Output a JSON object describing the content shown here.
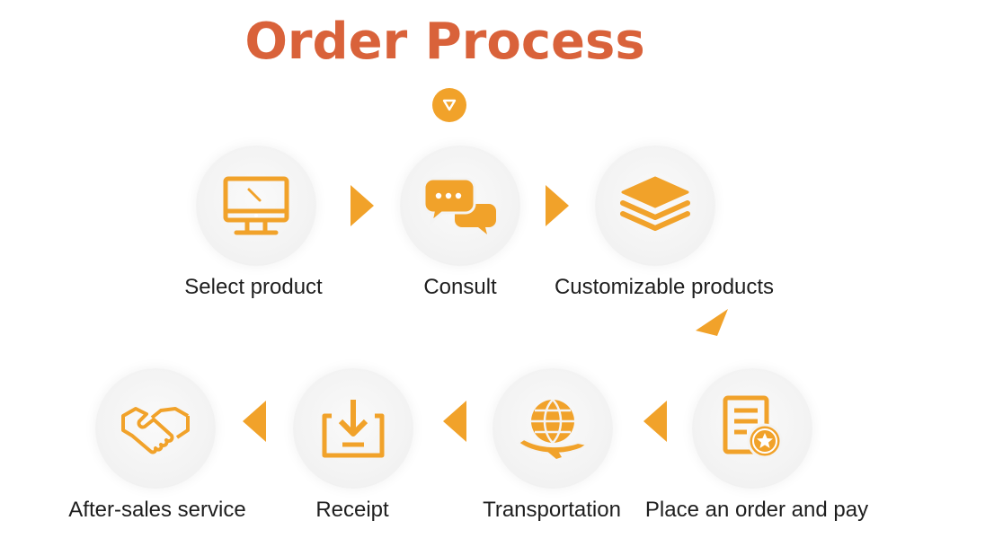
{
  "title": "Order Process",
  "colors": {
    "title": "#d9623a",
    "accent": "#f1a22a",
    "circle": "#f2f2f2",
    "text": "#1e1e1e"
  },
  "steps": [
    {
      "label": "Select product",
      "icon": "monitor-icon"
    },
    {
      "label": "Consult",
      "icon": "chat-bubbles-icon"
    },
    {
      "label": "Customizable products",
      "icon": "layers-icon"
    },
    {
      "label": "Place an order and pay",
      "icon": "order-document-icon"
    },
    {
      "label": "Transportation",
      "icon": "globe-plane-icon"
    },
    {
      "label": "Receipt",
      "icon": "inbox-download-icon"
    },
    {
      "label": "After-sales service",
      "icon": "handshake-icon"
    }
  ]
}
